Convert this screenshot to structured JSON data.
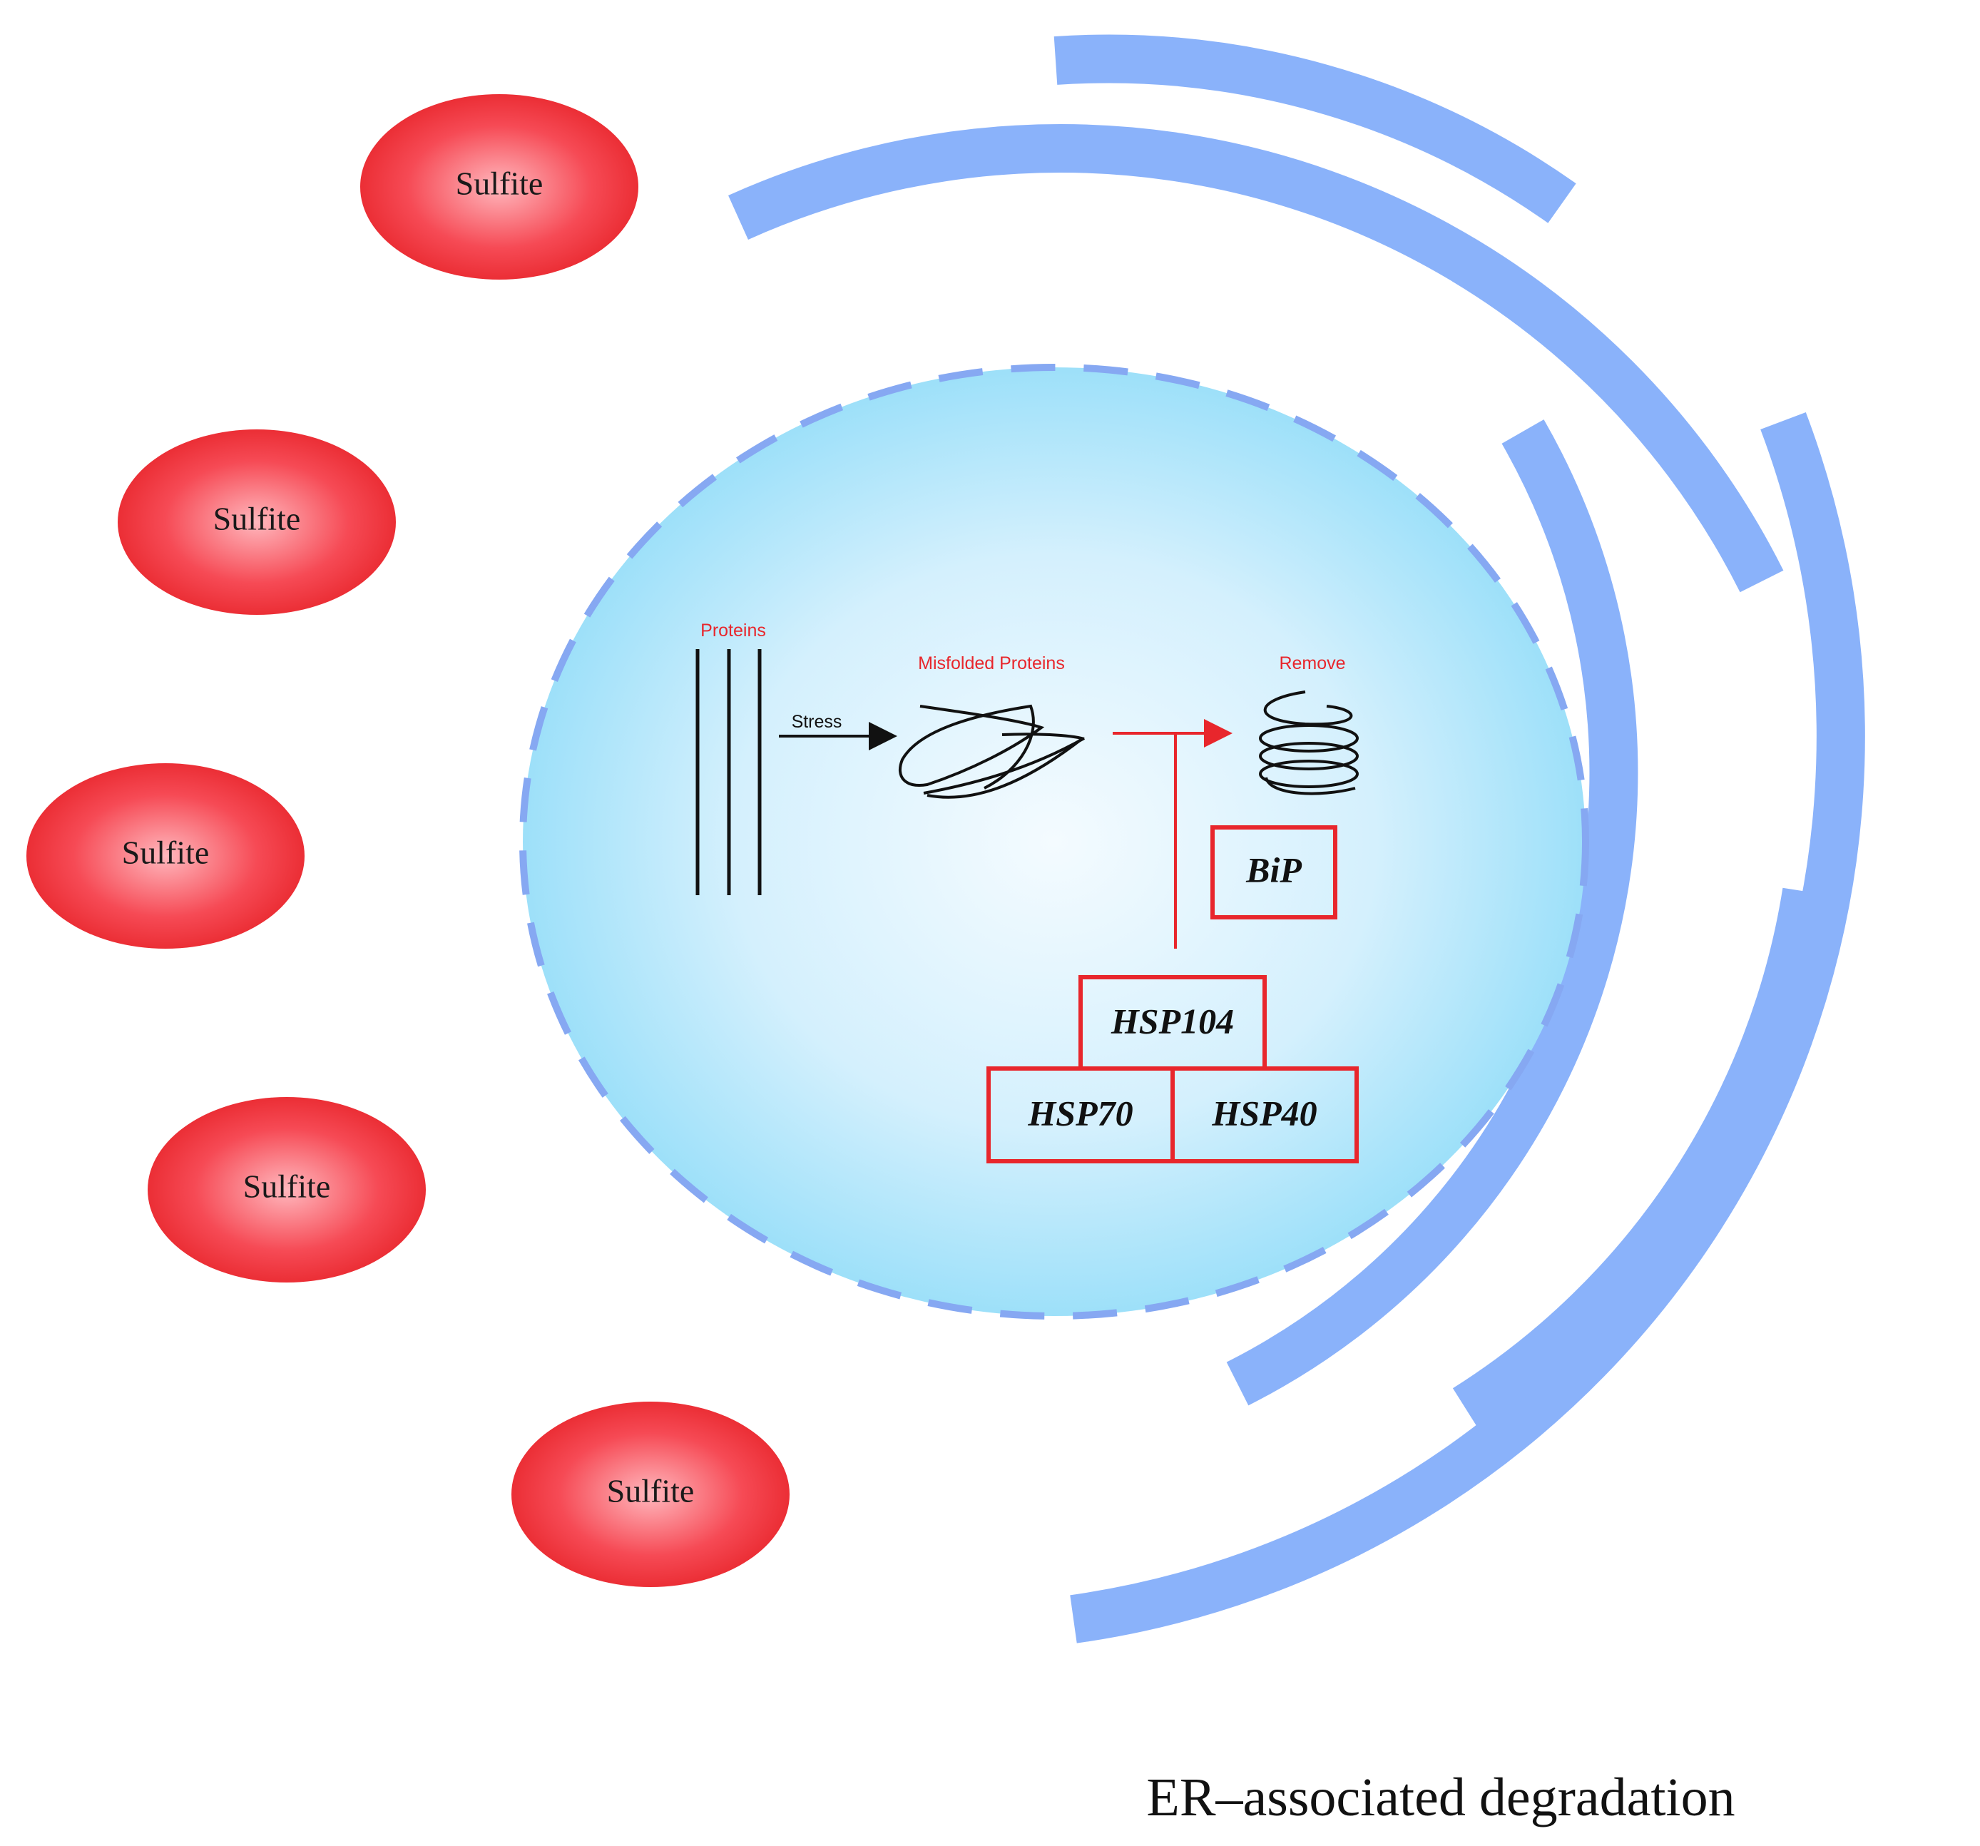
{
  "caption": "ER–associated degradation",
  "sulfites": [
    "Sulfite",
    "Sulfite",
    "Sulfite",
    "Sulfite",
    "Sulfite"
  ],
  "cell": {
    "proteins_label": "Proteins",
    "stress_label": "Stress",
    "misfolded_label": "Misfolded Proteins",
    "remove_label": "Remove",
    "bip_label": "BiP",
    "hsp104_label": "HSP104",
    "hsp70_label": "HSP70",
    "hsp40_label": "HSP40"
  },
  "colors": {
    "sulfite": "#e8262c",
    "membrane": "#8ab2fa",
    "nucleus_center": "#f4fbff",
    "nucleus_edge": "#8fdcf8",
    "accent_red": "#e8262c"
  }
}
